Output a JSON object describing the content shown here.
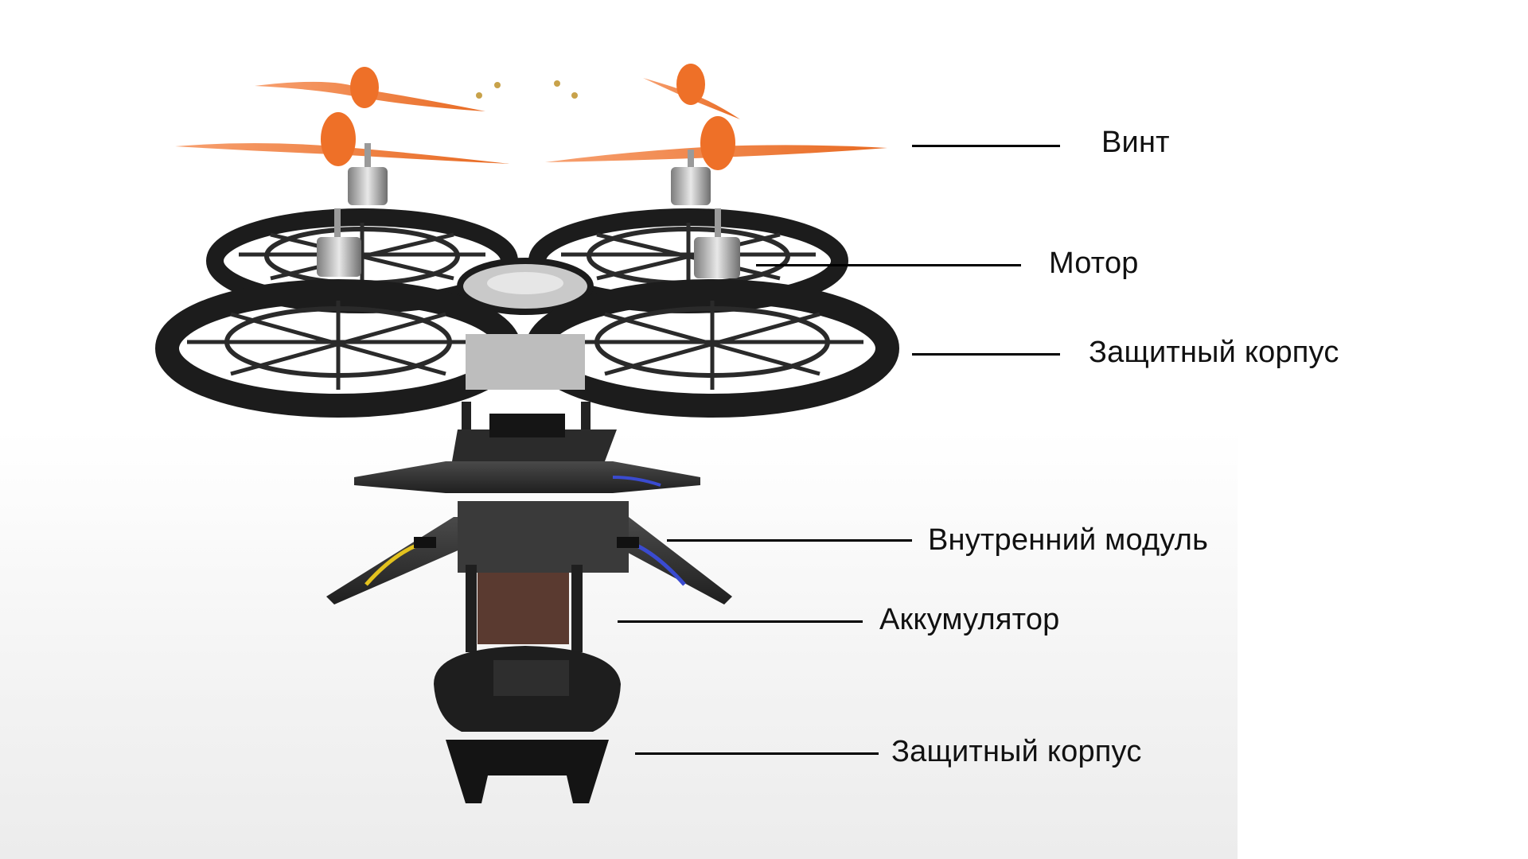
{
  "labels": {
    "propeller": "Винт",
    "motor": "Мотор",
    "guard": "Защитный корпус",
    "inner_module": "Внутренний модуль",
    "battery": "Аккумулятор",
    "bottom_housing": "Защитный корпус"
  },
  "colors": {
    "propeller": "#f07a34",
    "frame": "#1c1c1c",
    "motor": "#b9b9b9",
    "plate": "#2a2a2a",
    "battery": "#5a3a30",
    "leader": "#000000"
  }
}
